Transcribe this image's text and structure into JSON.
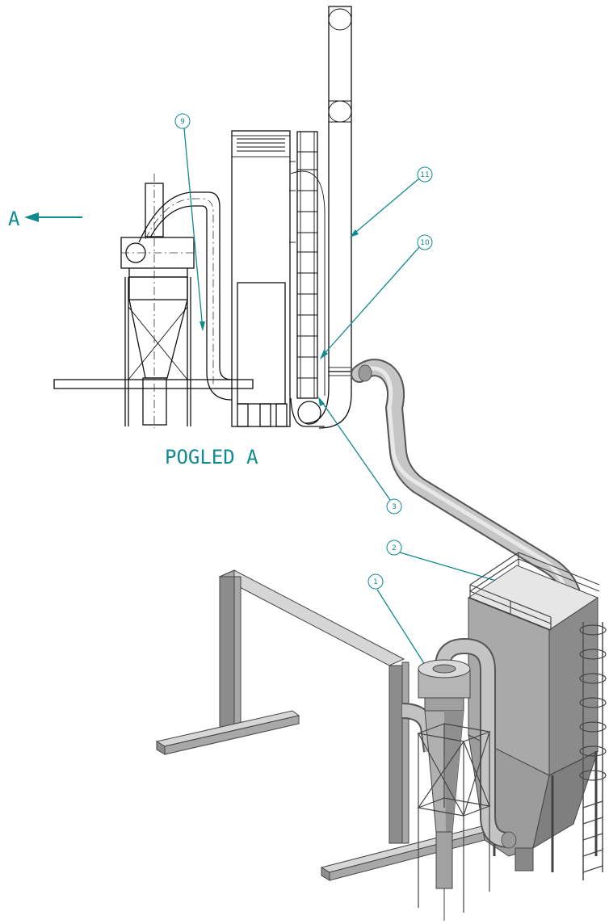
{
  "view_label": "POGLED A",
  "direction_label": "A",
  "callouts": [
    "1",
    "2",
    "3",
    "9",
    "10",
    "11"
  ],
  "colors": {
    "annotation": "#0f8a8f",
    "line": "#111111",
    "metal": "#a8a8a8"
  }
}
